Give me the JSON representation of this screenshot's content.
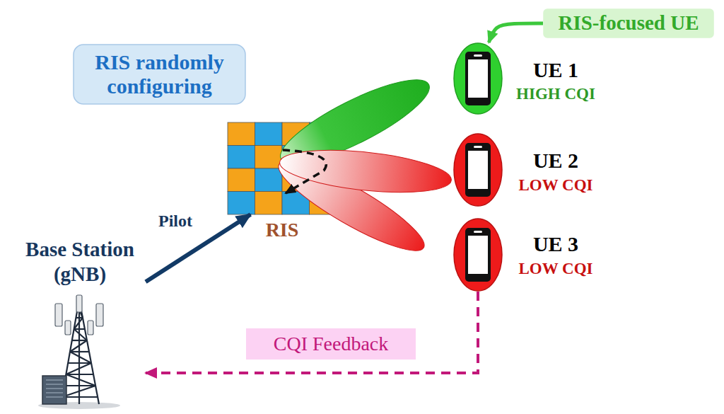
{
  "diagram": {
    "nodes": [
      {
        "text": [
          "RIS randomly configuring"
        ]
      },
      {
        "text": [
          "RIS-focused UE"
        ]
      },
      {
        "text": [
          "UE 1",
          "HIGH CQI"
        ]
      },
      {
        "text": [
          "RIS"
        ]
      },
      {
        "text": [
          "UE 2",
          "LOW CQI"
        ]
      },
      {
        "text": [
          "Base Station (gNB)"
        ]
      },
      {
        "text": [
          "UE 3",
          "LOW CQI"
        ]
      }
    ],
    "edges": [
      {
        "from": 1,
        "to": 2,
        "arrow": "to"
      },
      {
        "from": 5,
        "to": 3,
        "label": "Pilot",
        "arrow": "to"
      },
      {
        "from": 6,
        "to": 5,
        "label": "CQI Feedback",
        "arrow": "to"
      }
    ]
  }
}
